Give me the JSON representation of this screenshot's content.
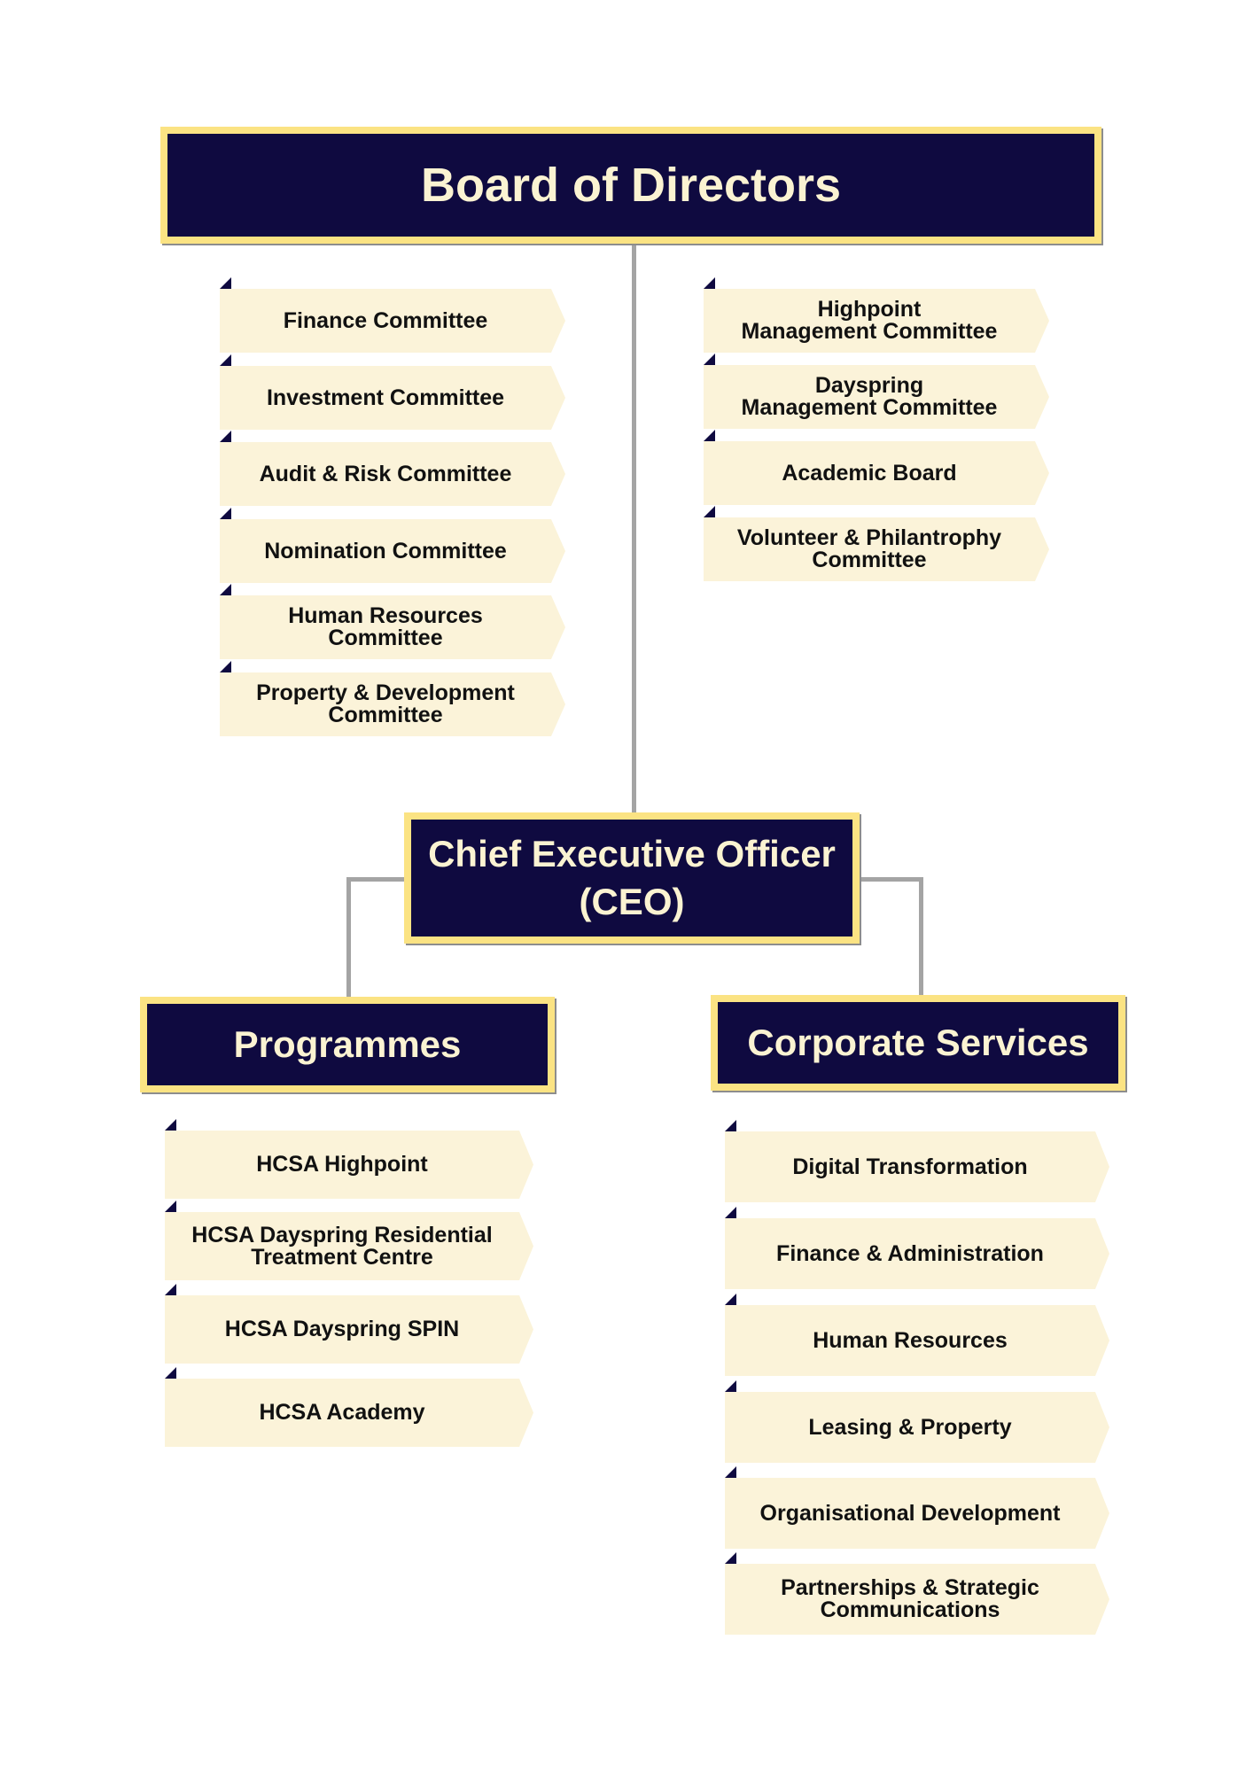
{
  "board": {
    "title": "Board of Directors"
  },
  "ceo": {
    "title": "Chief Executive Officer\n(CEO)"
  },
  "programmes": {
    "title": "Programmes"
  },
  "corporate": {
    "title": "Corporate Services"
  },
  "board_committees_left": [
    "Finance Committee",
    "Investment Committee",
    "Audit & Risk Committee",
    "Nomination Committee",
    "Human Resources\nCommittee",
    "Property & Development\nCommittee"
  ],
  "board_committees_right": [
    "Highpoint\nManagement Committee",
    "Dayspring\nManagement Committee",
    "Academic Board",
    "Volunteer & Philantrophy\nCommittee"
  ],
  "programme_items": [
    "HCSA Highpoint",
    "HCSA Dayspring Residential\nTreatment Centre",
    "HCSA Dayspring SPIN",
    "HCSA Academy"
  ],
  "corporate_items": [
    "Digital Transformation",
    "Finance & Administration",
    "Human Resources",
    "Leasing & Property",
    "Organisational Development",
    "Partnerships & Strategic\nCommunications"
  ],
  "colors": {
    "header_fill": "#0f0a40",
    "header_border": "#fbe383",
    "header_text": "#fbf3d2",
    "item_fill": "#fbf3d9",
    "connector": "#a4a4a4"
  }
}
